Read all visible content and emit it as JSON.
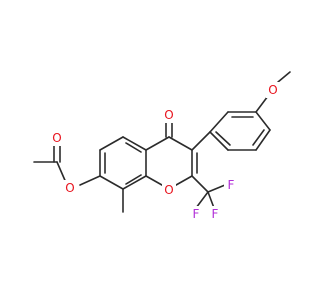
{
  "atom_colors": {
    "oxygen": "#e8141e",
    "fluorine": "#b12fd8",
    "carbon": "#2b2b2b"
  },
  "labels": {
    "carbonyl_o": "O",
    "ring_o": "O",
    "methoxy_o": "O",
    "ester_ether_o": "O",
    "ester_carbonyl_o": "O",
    "f1": "F",
    "f2": "F",
    "f3": "F"
  }
}
